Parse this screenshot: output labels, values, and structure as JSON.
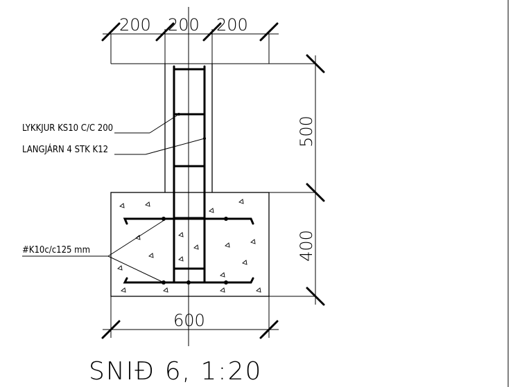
{
  "dimensions": {
    "top": [
      "200",
      "200",
      "200"
    ],
    "wall_height": "500",
    "footing_height": "400",
    "footing_width": "600"
  },
  "labels": {
    "stirrups": "LYKKJUR KS10 C/C 200",
    "longitudinal": "LANGJÁRN 4 STK K12",
    "mesh": "#K10c/c125 mm"
  },
  "title": "SNIÐ 6, 1:20"
}
